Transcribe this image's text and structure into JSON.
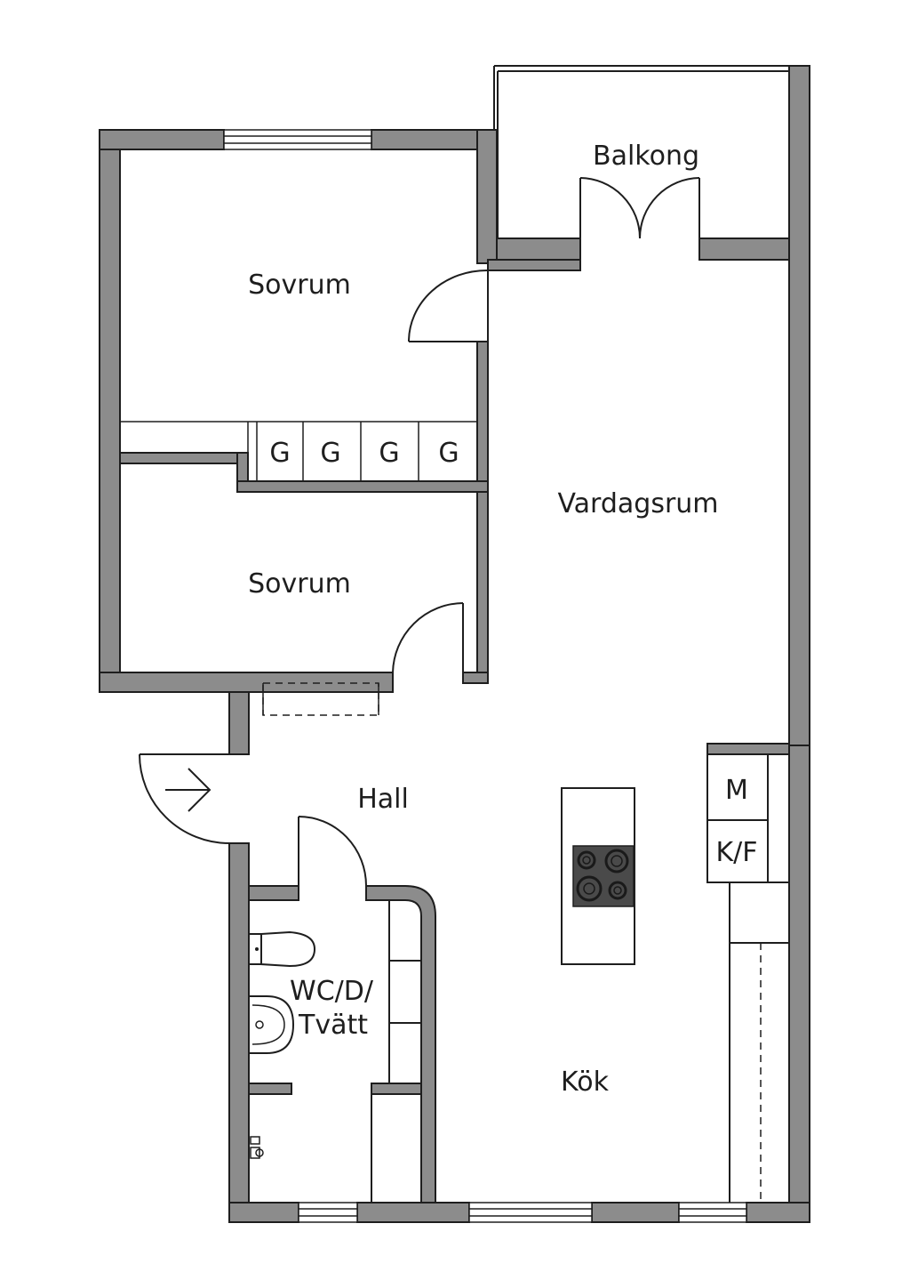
{
  "rooms": {
    "balkong": "Balkong",
    "sovrum_top": "Sovrum",
    "sovrum_bottom": "Sovrum",
    "vardagsrum": "Vardagsrum",
    "hall": "Hall",
    "wc_line1": "WC/D/",
    "wc_line2": "Tvätt",
    "kok": "Kök"
  },
  "wardrobes": [
    "G",
    "G",
    "G",
    "G"
  ],
  "appliances": {
    "microwave": "M",
    "fridge_freezer": "K/F"
  },
  "colors": {
    "wall_fill": "#8c8c8c",
    "line": "#1e1e1e",
    "stove": "#4a4a4a"
  },
  "icons": [
    "entrance-arrow-icon",
    "toilet-icon",
    "sink-icon",
    "stove-icon",
    "faucet-icon"
  ]
}
